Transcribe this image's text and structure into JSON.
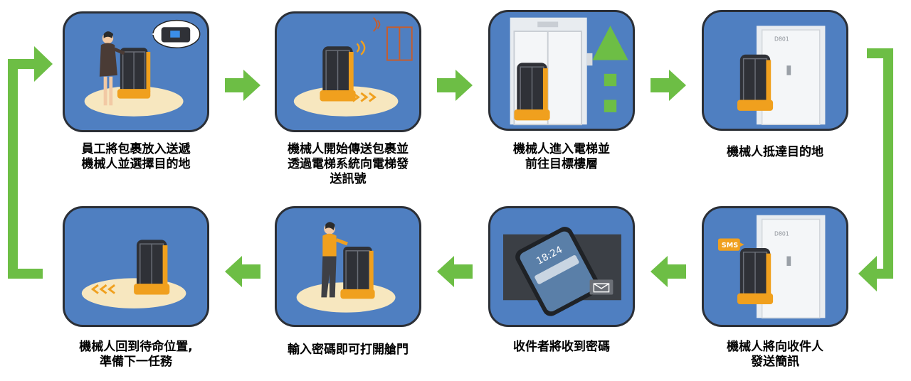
{
  "colors": {
    "card_bg": "#4f7fc1",
    "card_border": "#2b2f36",
    "arrow_green": "#6dbe45",
    "robot_orange": "#f0a01e",
    "robot_body": "#2f3137",
    "floor_glow": "#f7e7bf"
  },
  "steps": [
    {
      "caption": [
        "員工將包裹放入送遞",
        "機械人並選擇目的地"
      ]
    },
    {
      "caption": [
        "機械人開始傳送包裹並",
        "透過電梯系統向電梯發",
        "送訊號"
      ]
    },
    {
      "caption": [
        "機械人進入電梯並",
        "前往目標樓層"
      ]
    },
    {
      "caption": [
        "機械人抵達目的地"
      ]
    },
    {
      "caption": [
        "機械人將向收件人",
        "發送簡訊"
      ],
      "badge": "SMS",
      "door_label": "D801"
    },
    {
      "caption": [
        "收件者將收到密碼"
      ],
      "phone_time": "18:24"
    },
    {
      "caption": [
        "輸入密碼即可打開艙門"
      ]
    },
    {
      "caption": [
        "機械人回到待命位置,",
        "準備下一任務"
      ]
    }
  ],
  "door_label": "D801"
}
